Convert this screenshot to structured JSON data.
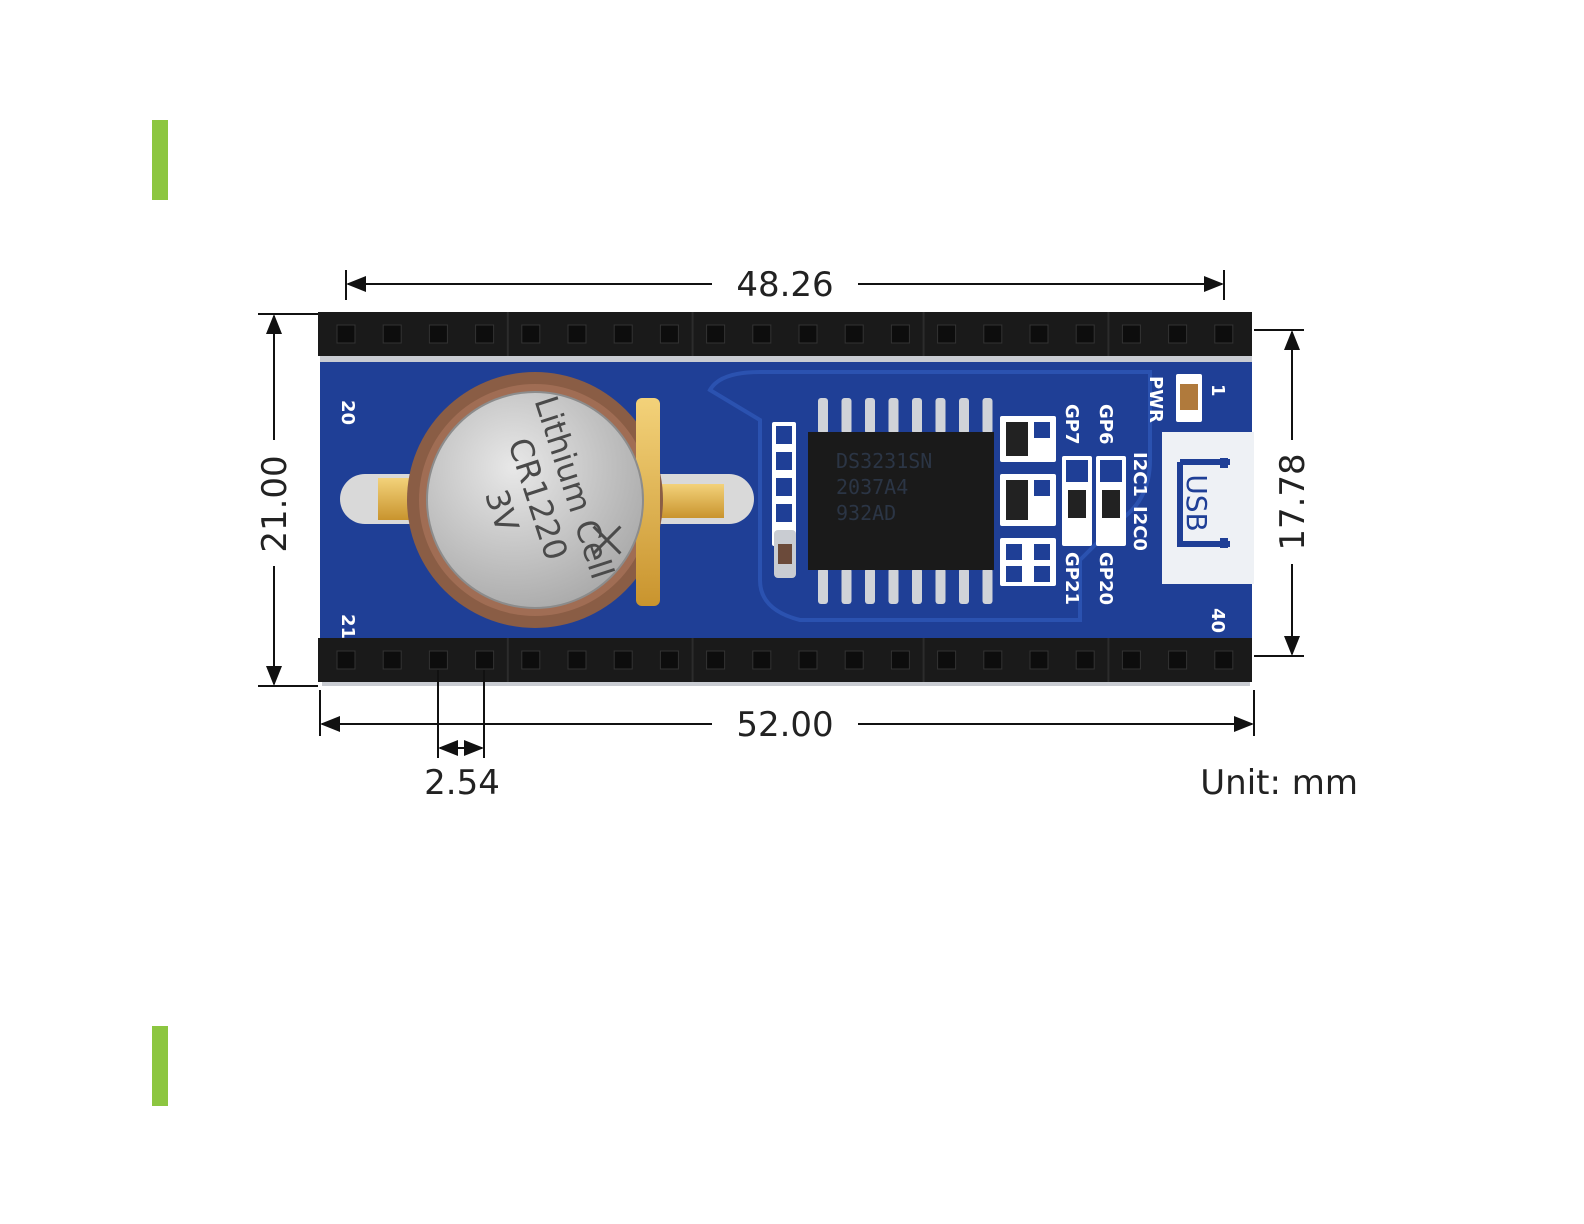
{
  "dimensions": {
    "top_width": "48.26",
    "bottom_width": "52.00",
    "left_height": "21.00",
    "right_height": "17.78",
    "pin_pitch": "2.54",
    "unit": "Unit: mm"
  },
  "board": {
    "pin_labels": {
      "top_left": "20",
      "top_right": "1",
      "bottom_left": "21",
      "bottom_right": "40"
    },
    "silk": {
      "pwr": "PWR",
      "gp6": "GP6",
      "gp7": "GP7",
      "i2c1": "I2C1",
      "i2c0": "I2C0",
      "gp20": "GP20",
      "gp21": "GP21",
      "usb": "USB"
    },
    "battery": {
      "line1": "Lithium Cell",
      "line2": "CR1220",
      "line3": "3V"
    },
    "chip": {
      "line1": "DS3231SN",
      "line2": "2037A4",
      "line3": "932AD"
    }
  },
  "colors": {
    "accent": "#8cc640",
    "pcb": "#1f3f96",
    "header": "#1a1a1a"
  }
}
